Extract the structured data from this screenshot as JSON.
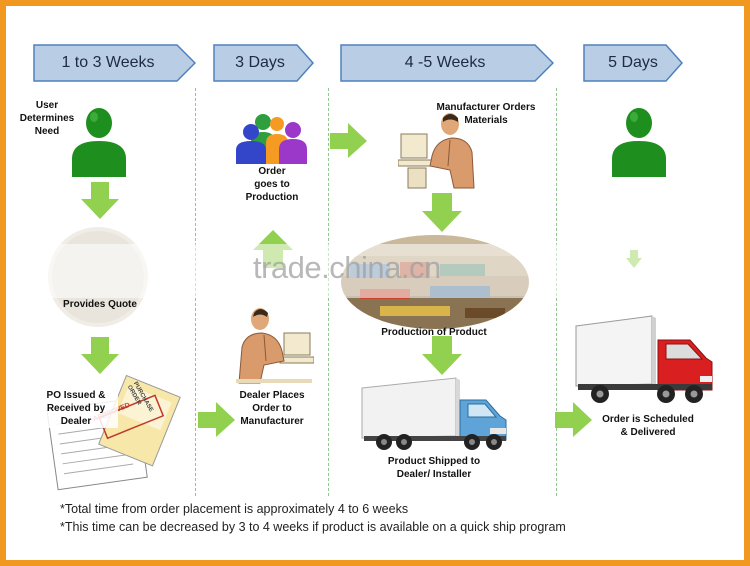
{
  "headers": [
    {
      "label": "1 to 3 Weeks"
    },
    {
      "label": "3 Days"
    },
    {
      "label": "4 -5 Weeks"
    },
    {
      "label": "5 Days"
    }
  ],
  "steps": {
    "user_determines_need": "User\nDetermines\nNeed",
    "provides_quote": "Provides Quote",
    "po_issued": "PO Issued &\nReceived by\nDealer",
    "dealer_places_order": "Dealer Places\nOrder to\nManufacturer",
    "order_to_production": "Order\ngoes to\nProduction",
    "manufacturer_orders": "Manufacturer Orders\nMaterials",
    "production_of_product": "Production of Product",
    "product_shipped": "Product Shipped to\nDealer/ Installer",
    "order_scheduled": "Order is Scheduled\n& Delivered"
  },
  "doc_text": {
    "approved": "APPROVED",
    "purchase_order": "PURCHASE ORDER"
  },
  "notes": [
    "*Total time from order placement is approximately 4 to 6 weeks",
    "*This time can be decreased by 3 to 4 weeks if product is available on a quick ship program"
  ],
  "watermark": "trade.china.cn",
  "colors": {
    "border": "#f0981f",
    "header_fill": "#b9cde5",
    "header_stroke": "#4f81bd",
    "arrow_green": "#92d050",
    "person_green": "#1e8f1e",
    "divider": "#8fc78f",
    "truck_red": "#d91f1f"
  }
}
